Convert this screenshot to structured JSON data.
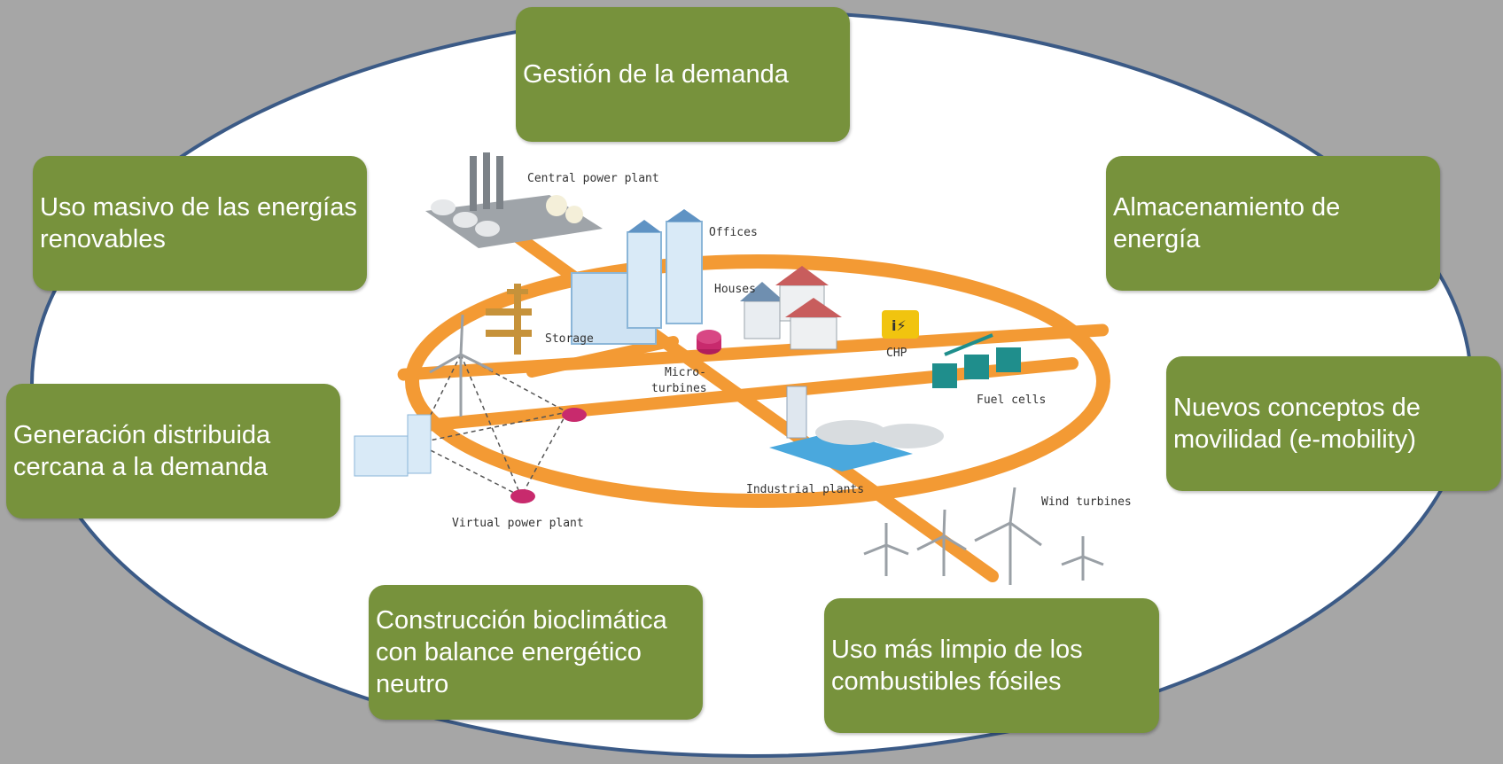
{
  "colors": {
    "background": "#a6a6a6",
    "ellipse_fill": "#ffffff",
    "ellipse_stroke": "#3b5a86",
    "box_fill": "#77923c",
    "box_text": "#ffffff",
    "grid_line": "#f39a34"
  },
  "boxes": {
    "gestion": "Gestión de la demanda",
    "renovables": "Uso masivo de las energías\nrenovables",
    "almacenamiento": "Almacenamiento de\nenergía",
    "movilidad": "Nuevos conceptos de\nmovilidad (e-mobility)",
    "generacion": "Generación distribuida\ncercana a la demanda",
    "construccion": "Construcción bioclimática\ncon balance energético\nneutro",
    "fosiles": "Uso más limpio de los\ncombustibles fósiles"
  },
  "diagram": {
    "central_power_plant": "Central power plant",
    "offices": "Offices",
    "houses": "Houses",
    "storage": "Storage",
    "micro": "Micro-",
    "turbines": "turbines",
    "chp": "CHP",
    "fuel_cells": "Fuel cells",
    "industrial_plants": "Industrial plants",
    "wind_turbines": "Wind turbines",
    "virtual_power_plant": "Virtual power plant"
  }
}
